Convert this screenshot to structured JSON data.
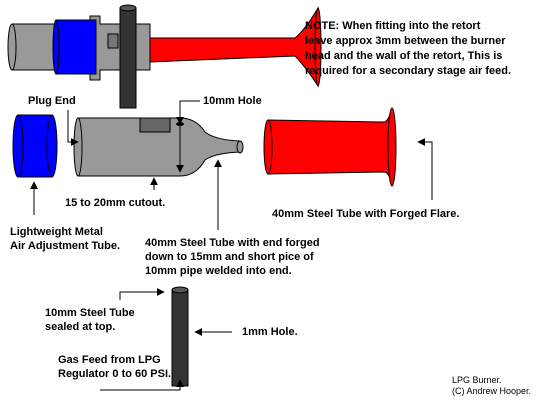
{
  "note": {
    "lines": [
      "NOTE: When fitting into the retort",
      "leave approx 3mm between the burner",
      "head and the wall of the retort, This is",
      "required for a secondary stage air feed."
    ]
  },
  "labels": {
    "plug_end": "Plug End",
    "hole_10mm": "10mm Hole",
    "cutout": "15 to 20mm cutout.",
    "adjustment_tube": [
      "Lightweight Metal",
      "Air Adjustment Tube."
    ],
    "steel_tube_40": "40mm Steel Tube with Forged Flare.",
    "forged_tube": [
      "40mm Steel Tube with end forged",
      "down to 15mm and short pice of",
      "10mm pipe welded into end."
    ],
    "steel_tube_10": [
      "10mm Steel Tube",
      "sealed at top."
    ],
    "hole_1mm": "1mm Hole.",
    "gas_feed": [
      "Gas Feed from LPG",
      "Regulator 0 to 60 PSI."
    ]
  },
  "credit": {
    "line1": "LPG Burner.",
    "line2": "(C) Andrew Hooper."
  },
  "colors": {
    "gray_tube": "#999999",
    "blue_tube": "#0000ff",
    "red_flare": "#ff0000",
    "dark_pipe": "#333333",
    "outline": "#000000"
  }
}
